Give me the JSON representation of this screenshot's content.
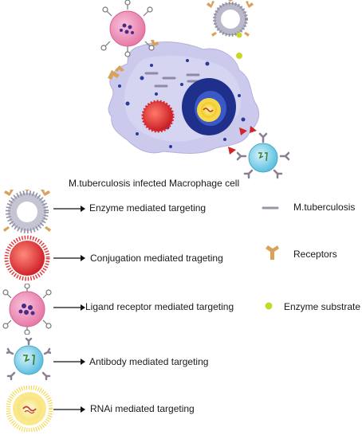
{
  "caption": "M.tuberculosis infected Macrophage cell",
  "strategies": [
    {
      "label": "Enzyme mediated targeting",
      "icon": "enzyme-nanoparticle-icon"
    },
    {
      "label": "Conjugation mediated trageting",
      "icon": "conjugation-nanoparticle-icon"
    },
    {
      "label": "Ligand receptor mediated targeting",
      "icon": "ligand-nanoparticle-icon"
    },
    {
      "label": "Antibody mediated targeting",
      "icon": "antibody-nanoparticle-icon"
    },
    {
      "label": "RNAi mediated targeting",
      "icon": "rnai-nanoparticle-icon"
    }
  ],
  "legend": [
    {
      "label": "M.tuberculosis",
      "icon": "mtb-bacillus-icon",
      "color": "#9a94a8"
    },
    {
      "label": "Receptors",
      "icon": "receptor-icon",
      "color": "#d9a15a"
    },
    {
      "label": "Enzyme substrate",
      "icon": "substrate-dot-icon",
      "color": "#c8d82a"
    }
  ],
  "colors": {
    "cell": "#c9c8eb",
    "nucleus": "#1f2f8c",
    "enzyme_core": "#b8b8c8",
    "conjugation": "#e23a3a",
    "ligand": "#ef9ac0",
    "antibody": "#8ed8ee",
    "rnai_halo": "#f7e04a"
  }
}
